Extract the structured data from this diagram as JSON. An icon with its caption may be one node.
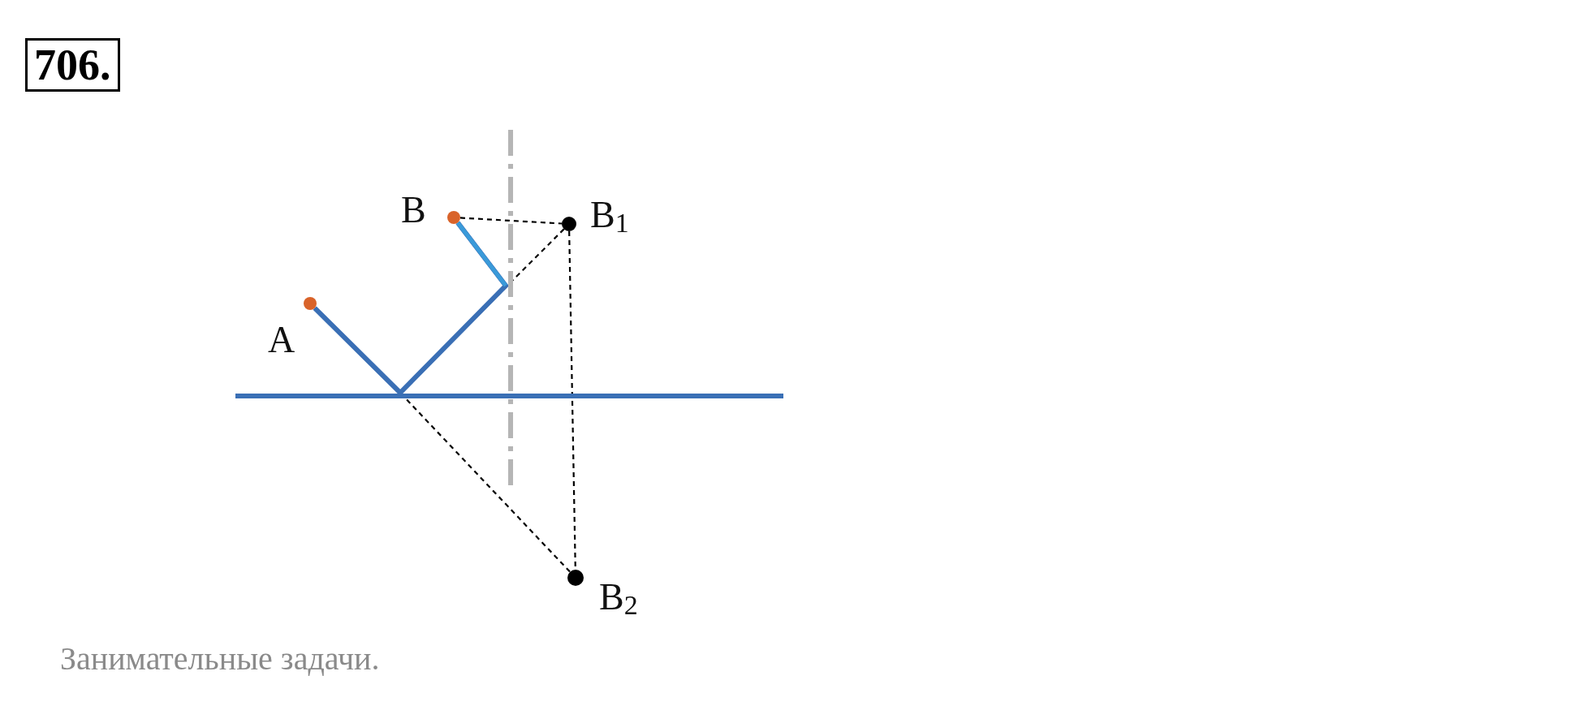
{
  "diagram": {
    "title": "706.",
    "caption": "Занимательные задачи.",
    "nodes": [
      {
        "text": [],
        "shape": "circle",
        "beside": [
          "A"
        ]
      },
      {
        "text": [],
        "shape": "circle",
        "beside": [
          "B"
        ]
      },
      {
        "text": [],
        "shape": "circle",
        "beside": [
          "B$_{1}$"
        ]
      },
      {
        "text": [],
        "shape": "circle",
        "beside": [
          "B$_{2}$"
        ]
      }
    ],
    "edges": [
      {
        "from": 0,
        "to": 1,
        "arrow": "none",
        "style": "thick",
        "color": "#3a6fb5"
      },
      {
        "from": 1,
        "to": 2,
        "arrow": "none",
        "style": "dashed"
      },
      {
        "from": 2,
        "to": 3,
        "arrow": "none",
        "style": "dashed"
      },
      {
        "from": 2,
        "to": 3,
        "arrow": "none",
        "style": "dashed"
      }
    ]
  }
}
